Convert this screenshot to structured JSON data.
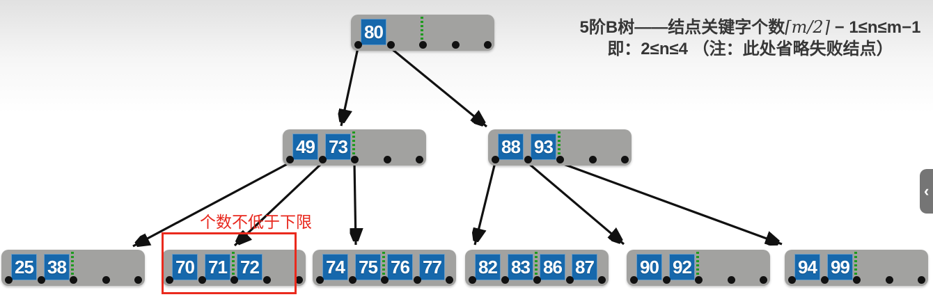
{
  "header": {
    "line1_prefix": "5阶B树——结点关键字个数",
    "line1_math": "⌈m/2⌉",
    "line1_suffix": " − 1≤n≤m−1",
    "line2": "即：2≤n≤4 （注：此处省略失败结点）"
  },
  "annotation": {
    "label": "个数不低于下限",
    "box_color": "#ea2a1d"
  },
  "tree": {
    "order": 5,
    "nodes": {
      "root": {
        "keys": [
          "80"
        ]
      },
      "left": {
        "keys": [
          "49",
          "73"
        ]
      },
      "right": {
        "keys": [
          "88",
          "93"
        ]
      },
      "leaf1": {
        "keys": [
          "25",
          "38"
        ]
      },
      "leaf2": {
        "keys": [
          "70",
          "71",
          "72"
        ],
        "highlighted": true
      },
      "leaf3": {
        "keys": [
          "74",
          "75",
          "76",
          "77"
        ]
      },
      "leaf4": {
        "keys": [
          "82",
          "83",
          "86",
          "87"
        ]
      },
      "leaf5": {
        "keys": [
          "90",
          "92"
        ]
      },
      "leaf6": {
        "keys": [
          "94",
          "99"
        ]
      }
    }
  },
  "side_tab": {
    "chevron": "‹"
  },
  "colors": {
    "node_gray": "#a2a2a0",
    "key_blue": "#1668ac",
    "divider_green": "#1f9a1f",
    "pointer_dot": "#111111",
    "highlight_red": "#ea2a1d",
    "edge_black": "#111111"
  }
}
